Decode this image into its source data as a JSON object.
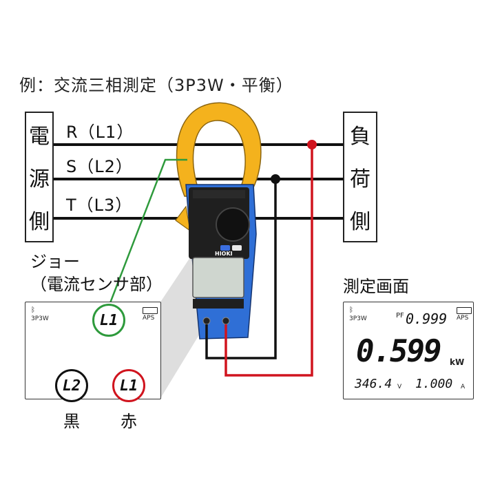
{
  "title": "例：交流三相測定（3P3W・平衡）",
  "source_box": {
    "chars": [
      "電",
      "源",
      "側"
    ]
  },
  "load_box": {
    "chars": [
      "負",
      "荷",
      "側"
    ]
  },
  "lines": [
    {
      "label": "R（L1）"
    },
    {
      "label": "S（L2）"
    },
    {
      "label": "T（L3）"
    }
  ],
  "jaw_label": {
    "line1": "ジョー",
    "line2": "（電流センサ部）"
  },
  "wire_colors": {
    "black_label": "黒",
    "red_label": "赤",
    "green": "#2e9a3c",
    "red": "#d0141e",
    "black": "#111111"
  },
  "left_display": {
    "mode": "3P3W",
    "aps": "APS",
    "jaw_circle": "L1",
    "black_circle": "L2",
    "red_circle": "L1"
  },
  "screen_title": "測定画面",
  "right_display": {
    "mode": "3P3W",
    "aps": "APS",
    "pf_label": "PF",
    "pf_value": "0.999",
    "main_value": "0.599",
    "main_unit": "kW",
    "voltage_value": "346.4",
    "voltage_unit": "V",
    "current_value": "1.000",
    "current_unit": "A"
  },
  "meter": {
    "brand": "HIOKI",
    "body_color": "#2f6fd6",
    "jaw_color": "#f4b21d"
  }
}
